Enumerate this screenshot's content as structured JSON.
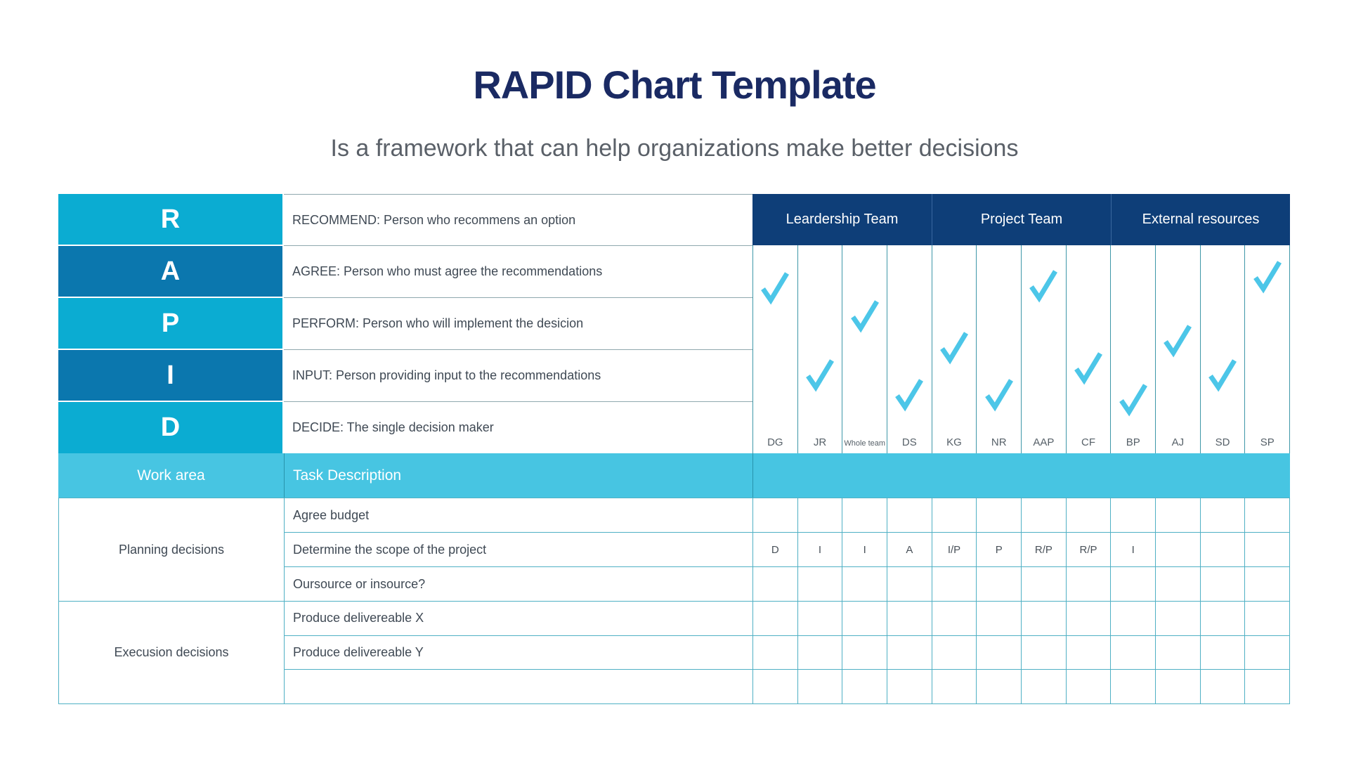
{
  "page": {
    "title": "RAPID Chart Template",
    "subtitle": "Is a framework that can help organizations make better decisions"
  },
  "legend": {
    "rows": [
      {
        "letter": "R",
        "description": "RECOMMEND: Person who recommens an option"
      },
      {
        "letter": "A",
        "description": "AGREE: Person who must agree the recommendations"
      },
      {
        "letter": "P",
        "description": "PERFORM: Person who will implement the desicion"
      },
      {
        "letter": "I",
        "description": "INPUT: Person providing input to the recommendations"
      },
      {
        "letter": "D",
        "description": "DECIDE: The single decision maker"
      }
    ]
  },
  "teams": [
    {
      "name": "Leardership Team"
    },
    {
      "name": "Project Team"
    },
    {
      "name": "External resources"
    }
  ],
  "people": [
    {
      "initials": "DG",
      "checked": true
    },
    {
      "initials": "JR",
      "checked": true
    },
    {
      "initials": "Whole team",
      "checked": true
    },
    {
      "initials": "DS",
      "checked": true
    },
    {
      "initials": "KG",
      "checked": true
    },
    {
      "initials": "NR",
      "checked": true
    },
    {
      "initials": "AAP",
      "checked": true
    },
    {
      "initials": "CF",
      "checked": true
    },
    {
      "initials": "BP",
      "checked": true
    },
    {
      "initials": "AJ",
      "checked": true
    },
    {
      "initials": "SD",
      "checked": true
    },
    {
      "initials": "SP",
      "checked": true
    }
  ],
  "work_area_header": {
    "work_area": "Work area",
    "task_description": "Task Description"
  },
  "sections": [
    {
      "name": "Planning decisions",
      "tasks": [
        {
          "label": "Agree budget",
          "values": [
            "",
            "",
            "",
            "",
            "",
            "",
            "",
            "",
            "",
            "",
            "",
            ""
          ]
        },
        {
          "label": "Determine the scope of the project",
          "values": [
            "D",
            "I",
            "I",
            "A",
            "I/P",
            "P",
            "R/P",
            "R/P",
            "I",
            "",
            "",
            ""
          ]
        },
        {
          "label": "Oursource or insource?",
          "values": [
            "",
            "",
            "",
            "",
            "",
            "",
            "",
            "",
            "",
            "",
            "",
            ""
          ]
        }
      ]
    },
    {
      "name": "Execusion decisions",
      "tasks": [
        {
          "label": "Produce delivereable X",
          "values": [
            "",
            "",
            "",
            "",
            "",
            "",
            "",
            "",
            "",
            "",
            "",
            ""
          ]
        },
        {
          "label": "Produce delivereable Y",
          "values": [
            "",
            "",
            "",
            "",
            "",
            "",
            "",
            "",
            "",
            "",
            "",
            ""
          ]
        },
        {
          "label": "",
          "values": [
            "",
            "",
            "",
            "",
            "",
            "",
            "",
            "",
            "",
            "",
            "",
            ""
          ]
        }
      ]
    }
  ],
  "colors": {
    "title_navy": "#1a2a63",
    "header_navy": "#0e3e78",
    "cell_cyan": "#0bacd2",
    "cell_blue": "#0b77ae",
    "workarea_cyan": "#47c5e2",
    "check_cyan": "#4cc6e8",
    "grid_teal": "#4fb0c4"
  }
}
